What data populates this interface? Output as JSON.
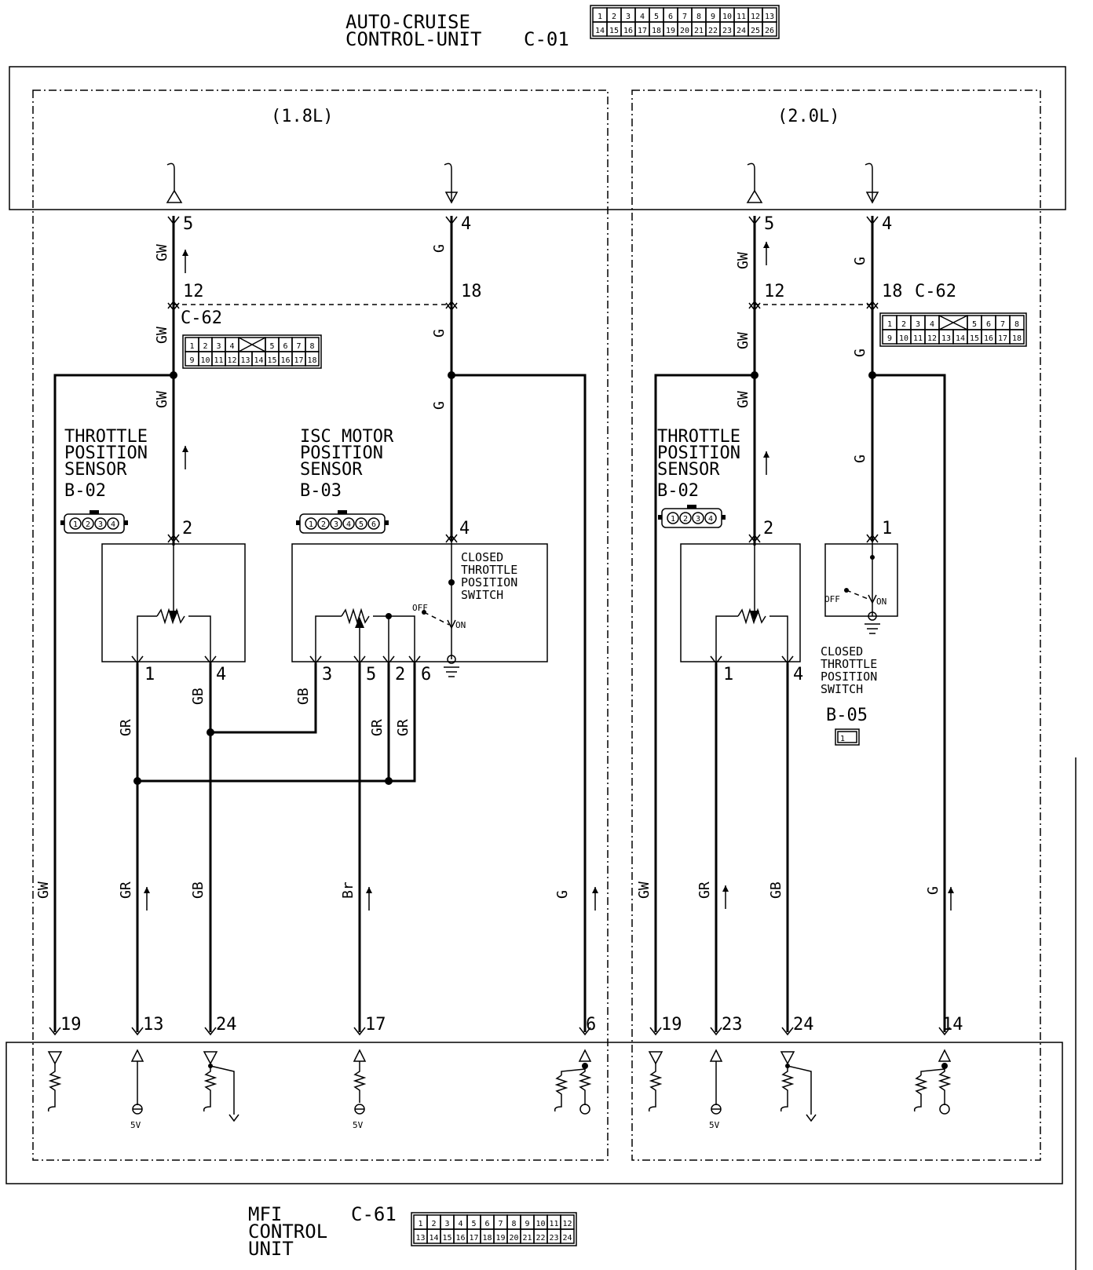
{
  "header": {
    "unit_line1": "AUTO-CRUISE",
    "unit_line2": "CONTROL-UNIT",
    "unit_code": "C-01",
    "connector_top": [
      "1",
      "2",
      "3",
      "4",
      "5",
      "6",
      "7",
      "8",
      "9",
      "10",
      "11",
      "12",
      "13"
    ],
    "connector_bottom": [
      "14",
      "15",
      "16",
      "17",
      "18",
      "19",
      "20",
      "21",
      "22",
      "23",
      "24",
      "25",
      "26"
    ]
  },
  "panels": {
    "left_title": "(1.8L)",
    "right_title": "(2.0L)"
  },
  "left": {
    "pin5": "5",
    "pin4": "4",
    "pin12": "12",
    "pin18": "18",
    "c62": "C-62",
    "wire_gw": "GW",
    "wire_g": "G",
    "wire_gr": "GR",
    "wire_gb": "GB",
    "wire_br": "Br",
    "tps": {
      "l1": "THROTTLE",
      "l2": "POSITION",
      "l3": "SENSOR",
      "code": "B-02",
      "pins": [
        "1",
        "2",
        "3",
        "4"
      ]
    },
    "isc": {
      "l1": "ISC MOTOR",
      "l2": "POSITION",
      "l3": "SENSOR",
      "code": "B-03",
      "pins": [
        "1",
        "2",
        "3",
        "4",
        "5",
        "6"
      ]
    },
    "cts": {
      "l1": "CLOSED",
      "l2": "THROTTLE",
      "l3": "POSITION",
      "l4": "SWITCH",
      "off": "OFF",
      "on": "ON"
    },
    "tps_pin2": "2",
    "tps_pin1": "1",
    "tps_pin4": "4",
    "isc_pin4": "4",
    "isc_pin3": "3",
    "isc_pin5": "5",
    "isc_pin2": "2",
    "isc_pin6": "6",
    "mfi_pins": [
      "19",
      "13",
      "24",
      "17",
      "6"
    ],
    "v5": "5V"
  },
  "right": {
    "pin5": "5",
    "pin4": "4",
    "pin12": "12",
    "pin18": "18",
    "c62": "C-62",
    "wire_gw": "GW",
    "wire_g": "G",
    "wire_gr": "GR",
    "wire_gb": "GB",
    "tps": {
      "l1": "THROTTLE",
      "l2": "POSITION",
      "l3": "SENSOR",
      "code": "B-02",
      "pins": [
        "1",
        "2",
        "3",
        "4"
      ]
    },
    "cts": {
      "l1": "CLOSED",
      "l2": "THROTTLE",
      "l3": "POSITION",
      "l4": "SWITCH",
      "code": "B-05",
      "off": "OFF",
      "on": "ON",
      "pin": "1"
    },
    "tps_pin2": "2",
    "tps_pin1": "1",
    "tps_pin4": "4",
    "mfi_pins": [
      "19",
      "23",
      "24",
      "14"
    ],
    "v5": "5V"
  },
  "c62_connector": {
    "top": [
      "1",
      "2",
      "3",
      "4",
      "5",
      "6",
      "7",
      "8"
    ],
    "bottom": [
      "9",
      "10",
      "11",
      "12",
      "13",
      "14",
      "15",
      "16",
      "17",
      "18"
    ]
  },
  "footer": {
    "unit_line1": "MFI",
    "unit_line2": "CONTROL",
    "unit_line3": "UNIT",
    "unit_code": "C-61",
    "connector_top": [
      "1",
      "2",
      "3",
      "4",
      "5",
      "6",
      "7",
      "8",
      "9",
      "10",
      "11",
      "12"
    ],
    "connector_bottom": [
      "13",
      "14",
      "15",
      "16",
      "17",
      "18",
      "19",
      "20",
      "21",
      "22",
      "23",
      "24"
    ]
  }
}
